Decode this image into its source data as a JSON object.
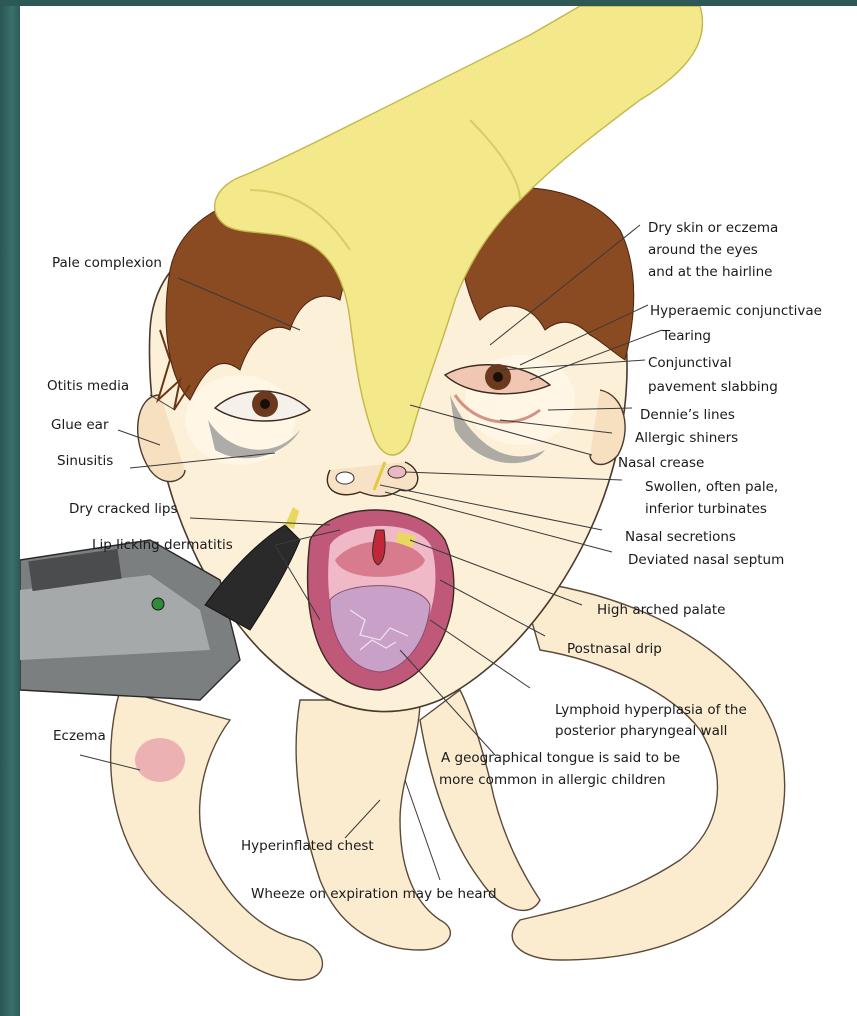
{
  "labels": {
    "pale_complexion": "Pale complexion",
    "otitis_media": "Otitis media",
    "glue_ear": "Glue ear",
    "sinusitis": "Sinusitis",
    "dry_cracked_lips": "Dry cracked lips",
    "lip_licking_dermatitis": "Lip licking dermatitis",
    "eczema": "Eczema",
    "hyperinflated_chest": "Hyperinflated chest",
    "wheeze": "Wheeze on expiration may be heard",
    "dry_skin_1": "Dry skin or eczema",
    "dry_skin_2": "around the eyes",
    "dry_skin_3": "and at the hairline",
    "hyperaemic_conjunctivae": "Hyperaemic conjunctivae",
    "tearing": "Tearing",
    "conjunctival_1": "Conjunctival",
    "conjunctival_2": "pavement slabbing",
    "dennies_lines": "Dennie’s lines",
    "allergic_shiners": "Allergic shiners",
    "nasal_crease": "Nasal crease",
    "turbinates_1": "Swollen, often pale,",
    "turbinates_2": "inferior turbinates",
    "nasal_secretions": "Nasal secretions",
    "deviated_septum": "Deviated nasal septum",
    "high_arched_palate": "High arched palate",
    "postnasal_drip": "Postnasal drip",
    "lymphoid_1": "Lymphoid hyperplasia of the",
    "lymphoid_2": "posterior pharyngeal wall",
    "tongue_1": "A geographical tongue is said to be",
    "tongue_2": "more common in allergic children"
  },
  "colors": {
    "frame": "#2f5f5c",
    "skin": "#fbe9c6",
    "hair": "#8a4a22",
    "glove": "#f3e98a",
    "mouth": "#a8456a",
    "otoscope": "#7c7f80"
  },
  "icons": {
    "otoscope": "otoscope-illustration",
    "hand": "gloved-hand-illustration"
  }
}
